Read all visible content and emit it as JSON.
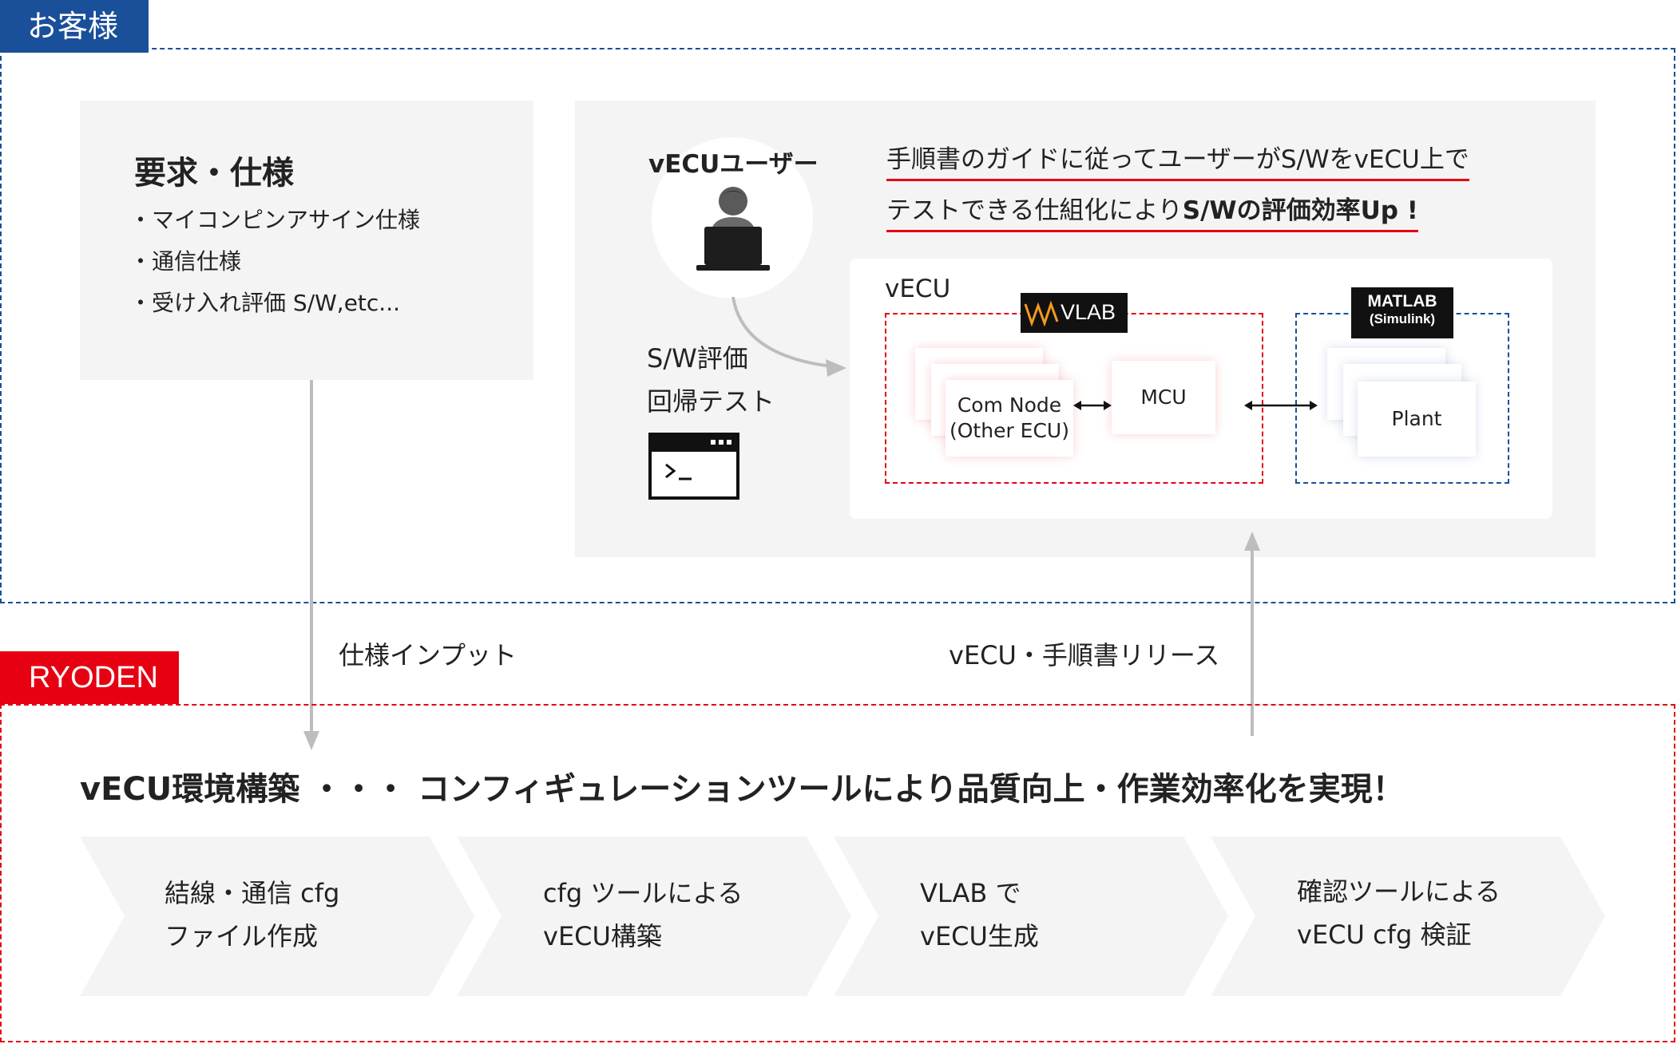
{
  "customer_tag": "お客様",
  "ryoden_tag": "RYODEN",
  "spec_panel": {
    "title": "要求・仕様",
    "items": [
      "マイコンピンアサイン仕様",
      "通信仕様",
      "受け入れ評価 S/W,etc..."
    ]
  },
  "user": {
    "label": "vECUユーザー",
    "activity_line1": "S/W評価",
    "activity_line2": "回帰テスト"
  },
  "headline": {
    "line1": "手順書のガイドに従ってユーザーがS/WをvECU上で",
    "line2_prefix": "テストできる仕組化により",
    "line2_bold": "S/Wの評価効率Up !"
  },
  "vecu": {
    "label": "vECU",
    "vlab_logo": "VLAB",
    "matlab_line1": "MATLAB",
    "matlab_line2": "(Simulink)",
    "com_node_line1": "Com Node",
    "com_node_line2": "(Other ECU)",
    "mcu": "MCU",
    "plant": "Plant"
  },
  "flows": {
    "spec_input": "仕様インプット",
    "release": "vECU・手順書リリース"
  },
  "ryoden": {
    "title": "vECU環境構築 ・・・ コンフィギュレーションツールにより品質向上・作業効率化を実現！",
    "steps": [
      {
        "line1": "結線・通信 cfg",
        "line2": "ファイル作成"
      },
      {
        "line1": "cfg ツールによる",
        "line2": "vECU構築"
      },
      {
        "line1": "VLAB で",
        "line2": "vECU生成"
      },
      {
        "line1": "確認ツールによる",
        "line2": "vECU cfg 検証"
      }
    ]
  },
  "colors": {
    "customer_blue": "#1a4f9a",
    "ryoden_red": "#e60012",
    "panel_gray": "#f4f4f4",
    "arrow_gray": "#bdbdbd"
  },
  "icons": [
    "user-icon",
    "laptop-icon",
    "terminal-icon",
    "bidirectional-arrow-icon"
  ]
}
